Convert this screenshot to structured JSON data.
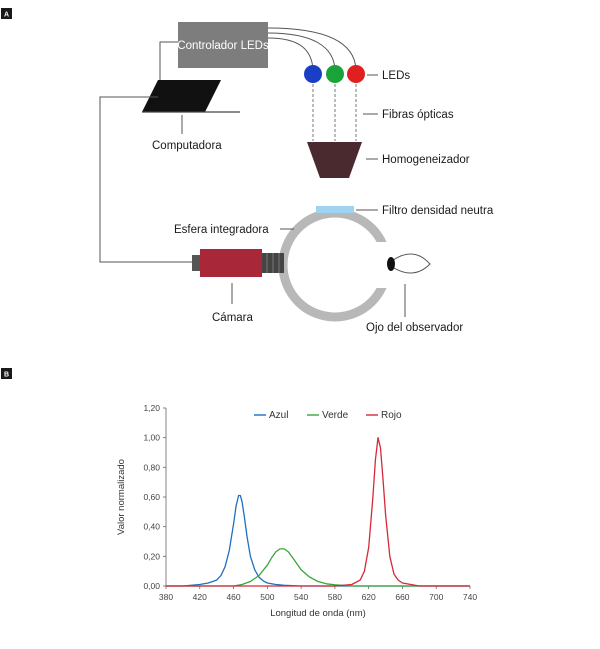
{
  "panel_a": {
    "letter": "A",
    "labels": {
      "controller": "Controlador LEDs",
      "leds": "LEDs",
      "fibers": "Fibras ópticas",
      "homogenizer": "Homogeneizador",
      "computer": "Computadora",
      "filter": "Filtro densidad neutra",
      "sphere": "Esfera integradora",
      "camera": "Cámara",
      "eye": "Ojo del observador"
    },
    "colors": {
      "led_blue": "#1a3fc4",
      "led_green": "#1aa33a",
      "led_red": "#e02020",
      "controller_box": "#7d7d7d",
      "homogenizer": "#4b2a2f",
      "camera_body": "#a8283a",
      "sphere": "#b8b8b8",
      "filter": "#9fd3f0"
    }
  },
  "panel_b": {
    "letter": "B",
    "chart_data": {
      "type": "line",
      "xlabel": "Longitud de onda (nm)",
      "ylabel": "Valor normalizado",
      "xlim": [
        380,
        740
      ],
      "ylim": [
        0,
        1.2
      ],
      "x_ticks": [
        "380",
        "420",
        "460",
        "500",
        "540",
        "580",
        "620",
        "660",
        "700",
        "740"
      ],
      "y_ticks": [
        "0,00",
        "0,20",
        "0,40",
        "0,60",
        "0,80",
        "1,00",
        "1,20"
      ],
      "legend_position": "top-center",
      "series": [
        {
          "name": "Azul",
          "color": "#1f6fbf",
          "x": [
            380,
            400,
            420,
            430,
            440,
            445,
            450,
            455,
            460,
            463,
            466,
            468,
            470,
            473,
            476,
            480,
            485,
            490,
            495,
            500,
            510,
            520,
            540,
            580,
            740
          ],
          "y": [
            0.0,
            0.0,
            0.01,
            0.02,
            0.04,
            0.07,
            0.13,
            0.24,
            0.42,
            0.54,
            0.61,
            0.61,
            0.57,
            0.46,
            0.33,
            0.2,
            0.11,
            0.06,
            0.035,
            0.02,
            0.01,
            0.005,
            0.0,
            0.0,
            0.0
          ]
        },
        {
          "name": "Verde",
          "color": "#3aa53a",
          "x": [
            380,
            460,
            470,
            480,
            490,
            500,
            505,
            510,
            515,
            520,
            525,
            530,
            535,
            540,
            550,
            560,
            570,
            580,
            600,
            740
          ],
          "y": [
            0.0,
            0.0,
            0.01,
            0.03,
            0.07,
            0.14,
            0.19,
            0.23,
            0.25,
            0.25,
            0.23,
            0.19,
            0.15,
            0.11,
            0.06,
            0.03,
            0.015,
            0.008,
            0.0,
            0.0
          ]
        },
        {
          "name": "Rojo",
          "color": "#d6283a",
          "x": [
            380,
            580,
            600,
            610,
            615,
            620,
            625,
            628,
            631,
            634,
            637,
            640,
            645,
            650,
            655,
            660,
            670,
            680,
            700,
            740
          ],
          "y": [
            0.0,
            0.0,
            0.01,
            0.04,
            0.1,
            0.26,
            0.6,
            0.85,
            1.0,
            0.93,
            0.72,
            0.48,
            0.2,
            0.08,
            0.04,
            0.02,
            0.01,
            0.0,
            0.0,
            0.0
          ]
        }
      ]
    }
  }
}
